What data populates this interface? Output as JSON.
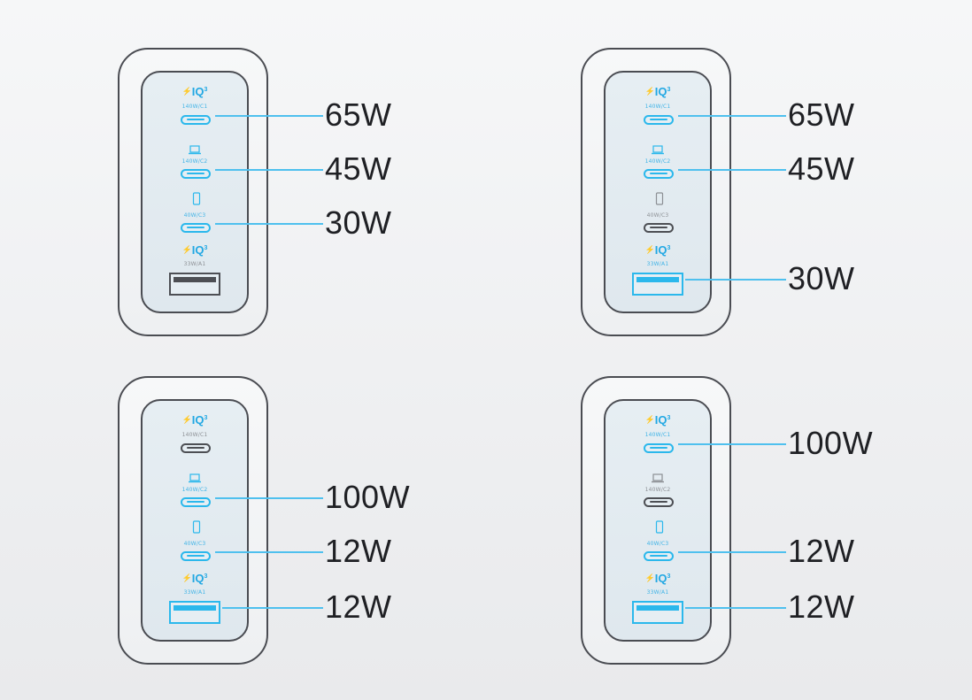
{
  "colors": {
    "active_port": "#2bb8ec",
    "inactive_port": "#4d4f54",
    "leader_line": "#4fc0ee",
    "logo": "#22a8e3",
    "outline": "#4a4c52",
    "text": "#1f2024"
  },
  "port_labels": {
    "c1": "140W/C1",
    "c2": "140W/C2",
    "c3": "40W/C3",
    "a1": "33W/A1",
    "logo": "IQ",
    "logo_sup": "3"
  },
  "icons": {
    "logo_bolt": "lightning-bolt-icon",
    "laptop": "laptop-icon",
    "phone": "phone-icon"
  },
  "configurations": [
    {
      "name": "config-1",
      "ports": [
        {
          "id": "c1",
          "active": true,
          "watts": "65W"
        },
        {
          "id": "c2",
          "active": true,
          "watts": "45W"
        },
        {
          "id": "c3",
          "active": true,
          "watts": "30W"
        },
        {
          "id": "a1",
          "active": false,
          "watts": ""
        }
      ]
    },
    {
      "name": "config-2",
      "ports": [
        {
          "id": "c1",
          "active": true,
          "watts": "65W"
        },
        {
          "id": "c2",
          "active": true,
          "watts": "45W"
        },
        {
          "id": "c3",
          "active": false,
          "watts": ""
        },
        {
          "id": "a1",
          "active": true,
          "watts": "30W"
        }
      ]
    },
    {
      "name": "config-3",
      "ports": [
        {
          "id": "c1",
          "active": false,
          "watts": ""
        },
        {
          "id": "c2",
          "active": true,
          "watts": "100W"
        },
        {
          "id": "c3",
          "active": true,
          "watts": "12W"
        },
        {
          "id": "a1",
          "active": true,
          "watts": "12W"
        }
      ]
    },
    {
      "name": "config-4",
      "ports": [
        {
          "id": "c1",
          "active": true,
          "watts": "100W"
        },
        {
          "id": "c2",
          "active": false,
          "watts": ""
        },
        {
          "id": "c3",
          "active": true,
          "watts": "12W"
        },
        {
          "id": "a1",
          "active": true,
          "watts": "12W"
        }
      ]
    }
  ]
}
